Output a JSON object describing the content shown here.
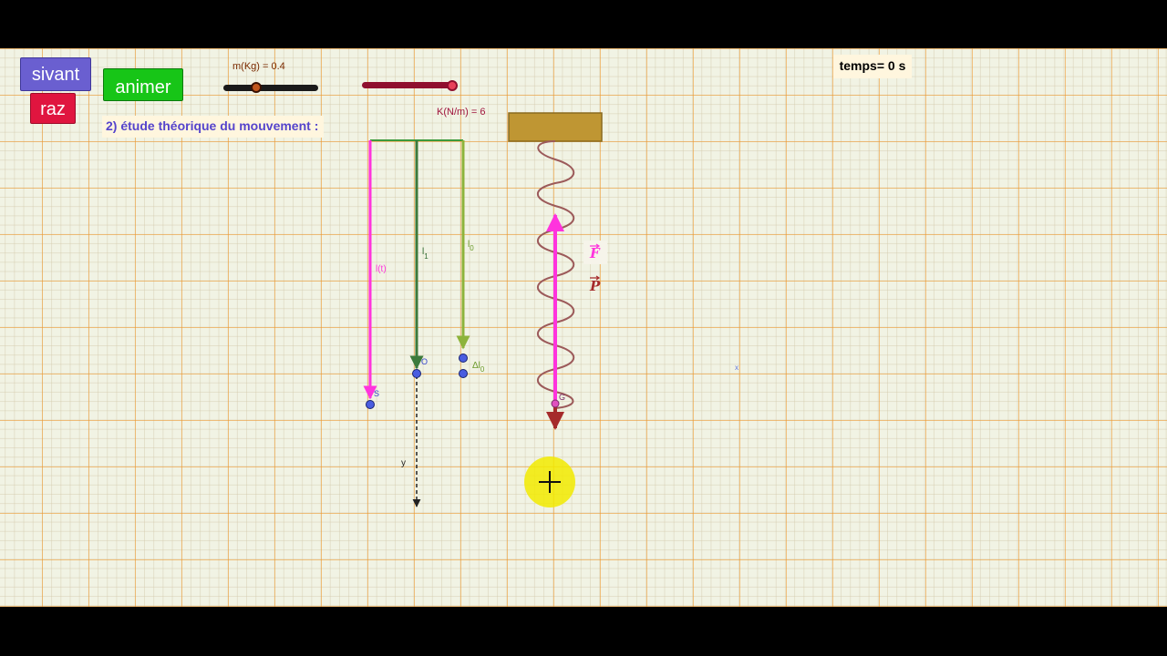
{
  "buttons": {
    "sivant": "sivant",
    "raz": "raz",
    "animer": "animer"
  },
  "sliders": {
    "mass": {
      "label": "m(Kg) = 0.4",
      "value": 0.4
    },
    "stiffness": {
      "label": "K(N/m) = 6",
      "value": 6
    }
  },
  "section_title": "2) étude théorique du mouvement  :",
  "time_display": "temps= 0 s",
  "labels": {
    "l_t": "l(t)",
    "l_1": "l",
    "l_1_sub": "1",
    "l_0": "l",
    "l_0_sub": "0",
    "delta_l0": "Δl",
    "delta_l0_sub": "0",
    "point_s": "S",
    "point_o": "O",
    "point_g": "G",
    "axis_y": "y",
    "force_f": "F",
    "force_p": "P",
    "point_x": "x"
  },
  "colors": {
    "sivant": "#6a5fd0",
    "raz": "#e0153f",
    "animer": "#17c517",
    "magenta_vector": "#ff33dd",
    "dark_green_vector": "#3c7a3c",
    "olive_vector": "#8db33a",
    "spring": "#9c5a5a",
    "support": "#bf9633",
    "weight_vector": "#a52a2a",
    "cursor_highlight": "#f2ea00"
  }
}
